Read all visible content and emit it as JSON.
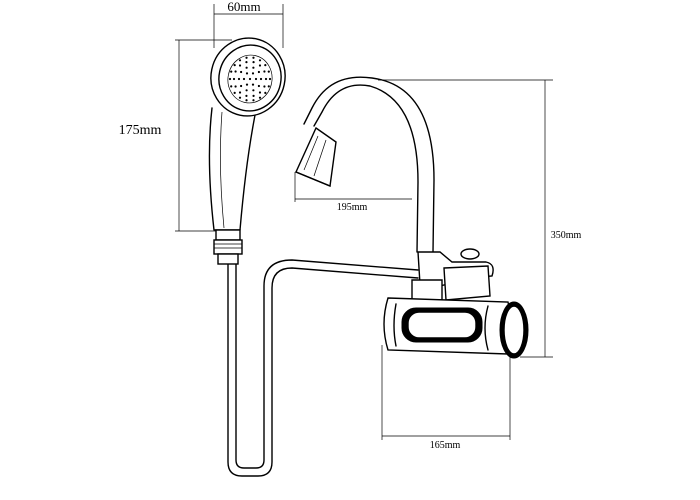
{
  "dimensions": {
    "head_width": "60mm",
    "hand_shower_height": "175mm",
    "spout_reach": "195mm",
    "total_height": "350mm",
    "body_width": "165mm"
  },
  "colors": {
    "line": "#000000",
    "background": "#ffffff"
  }
}
